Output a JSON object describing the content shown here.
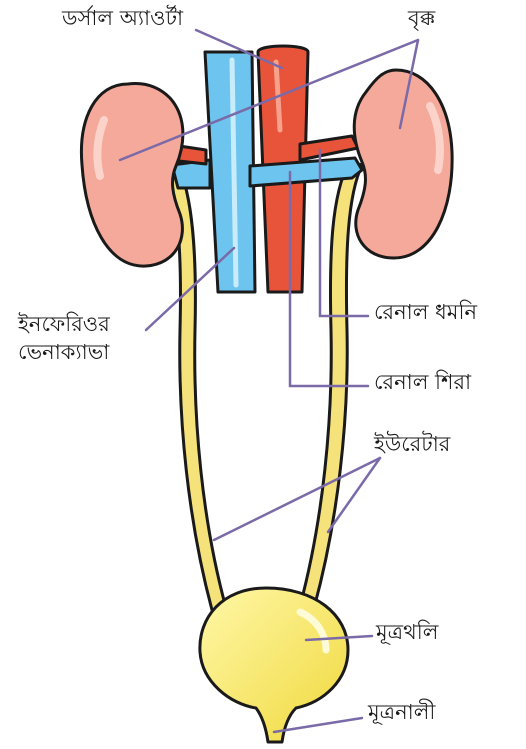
{
  "labels": {
    "dorsal_aorta": "ডর্সাল অ্যাওর্টা",
    "kidney": "বৃক্ক",
    "inferior_vena_cava_line1": "ইনফেরিওর",
    "inferior_vena_cava_line2": "ভেনাক্যাভা",
    "renal_artery": "রেনাল ধমনি",
    "renal_vein": "রেনাল শিরা",
    "ureter": "ইউরেটার",
    "bladder": "মূত্রথলি",
    "urethra": "মূত্রনালী"
  },
  "colors": {
    "kidney": "#f4a99b",
    "kidney_outline": "#1a1a1a",
    "vein": "#6cc4ef",
    "artery": "#e8543a",
    "ureter": "#f6e27a",
    "bladder": "#f8ec66",
    "leader_line": "#7b6aa8"
  }
}
